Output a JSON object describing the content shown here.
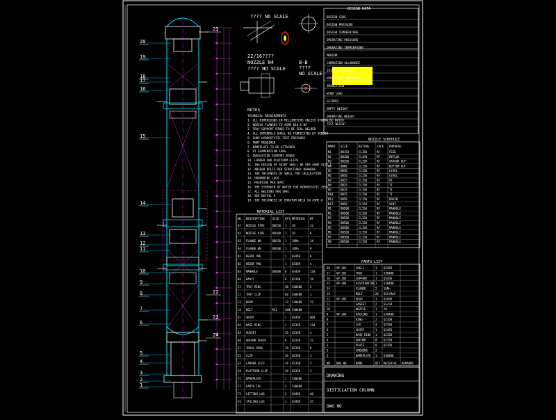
{
  "detail_a": {
    "label": "????  NO SCALE"
  },
  "detail_b": {
    "label_top": "22/16????",
    "label_mid": "NOZZLE N4",
    "label_bot": "???? NO SCALE"
  },
  "section_bb": {
    "label": "B-B",
    "label2": "????",
    "label3": "NO SCALE"
  },
  "notes": {
    "title": "NOTES",
    "lines": [
      "TECHNICAL REQUIREMENTS",
      "1. ALL DIMENSIONS IN MILLIMETERS UNLESS OTHERWISE NOTED",
      "2. NOZZLE FLANGES TO ASME B16.5 RF",
      "3. TRAY SUPPORT RINGS TO BE SEAL WELDED",
      "4. ALL INTERNALS SHALL BE FABRICATED BY VENDOR",
      "5. SHOP HYDROSTATIC TEST PRESSURE",
      "6. PWHT REQUIRED",
      "7. NAMEPLATE TO BE ATTACHED",
      "8. RT EXAMINATION 100%",
      "9. INSULATION SUPPORT RINGS",
      "10. LADDER AND PLATFORM CLIPS",
      "11. THE DESIGN OF SKIRT SHALL BE PER ASME VIII-1",
      "12. ANCHOR BOLTS PER STRUCTURAL DRAWING",
      "13. THE THICKNESS OF SHELL PER CALCULATION",
      "14. GROUNDING LUGS",
      "15. PAINTING PER SPEC",
      "16. THE STRENGTH OF WATER FOR HYDROSTATIC TEST",
      "17. ALL WELDING PER SPEC",
      "18. SEE DETAIL A",
      "19. THE THICKNESS OF ERRATUM WELD IN ASME-A"
    ]
  },
  "design_data": {
    "title": "DESIGN DATA",
    "rows": [
      "DESIGN CODE",
      "DESIGN PRESSURE",
      "DESIGN TEMPERATURE",
      "OPERATING PRESSURE",
      "OPERATING TEMPERATURE",
      "MEDIUM",
      "CORROSION ALLOWANCE",
      "JOINT EFFICIENCY",
      "HYDRO TEST PRESSURE",
      "INSULATION",
      "WIND LOAD",
      "SEISMIC",
      "EMPTY WEIGHT",
      "OPERATING WEIGHT",
      "TEST WEIGHT"
    ]
  },
  "nozzle_table": {
    "title": "NOZZLE SCHEDULE",
    "header": [
      "MARK",
      "SIZE",
      "RATING",
      "FACE",
      "PURPOSE"
    ],
    "rows": [
      [
        "N1",
        "DN150",
        "CL150",
        "RF",
        "FEED"
      ],
      [
        "N2",
        "DN100",
        "CL150",
        "RF",
        "REFLUX"
      ],
      [
        "N3",
        "DN200",
        "CL150",
        "RF",
        "VAPOUR OUT"
      ],
      [
        "N4",
        "DN80",
        "CL150",
        "RF",
        "BOTTOM OUT"
      ],
      [
        "N5",
        "DN50",
        "CL150",
        "RF",
        "LEVEL"
      ],
      [
        "N6",
        "DN50",
        "CL150",
        "RF",
        "LEVEL"
      ],
      [
        "N7",
        "DN25",
        "CL150",
        "RF",
        "PI"
      ],
      [
        "N8",
        "DN25",
        "CL150",
        "RF",
        "TI"
      ],
      [
        "N9",
        "DN25",
        "CL150",
        "RF",
        "TI"
      ],
      [
        "N10",
        "DN25",
        "CL150",
        "RF",
        "TI"
      ],
      [
        "N11",
        "DN50",
        "CL150",
        "RF",
        "DRAIN"
      ],
      [
        "N12",
        "DN50",
        "CL150",
        "RF",
        "VENT"
      ],
      [
        "M1",
        "DN500",
        "CL150",
        "RF",
        "MANHOLE"
      ],
      [
        "M2",
        "DN500",
        "CL150",
        "RF",
        "MANHOLE"
      ],
      [
        "M3",
        "DN500",
        "CL150",
        "RF",
        "MANHOLE"
      ],
      [
        "M4",
        "DN500",
        "CL150",
        "RF",
        "MANHOLE"
      ],
      [
        "M5",
        "DN500",
        "CL150",
        "RF",
        "MANHOLE"
      ],
      [
        "M6",
        "DN500",
        "CL150",
        "RF",
        "MANHOLE"
      ],
      [
        "M7",
        "DN500",
        "CL150",
        "RF",
        "MANHOLE"
      ],
      [
        "M8",
        "DN500",
        "CL150",
        "RF",
        "MANHOLE"
      ]
    ]
  },
  "parts_list": {
    "title": "PARTS LIST",
    "header": [
      "NO.",
      "DWG NO.",
      "NAME",
      "QTY",
      "MATERIAL",
      "REMARKS"
    ],
    "rows": [
      [
        "18",
        "VP-201",
        "SHELL",
        "1",
        "Q345R",
        ""
      ],
      [
        "17",
        "VP-202",
        "TRAY",
        "1",
        "S30408",
        ""
      ],
      [
        "16",
        "VP-203",
        "SUPPORT",
        "1",
        "Q345R",
        ""
      ],
      [
        "15",
        "VP-204",
        "DISTRIBUTOR",
        "1",
        "S30408",
        ""
      ],
      [
        "14",
        "",
        "FLANGE",
        "2",
        "16Mn",
        ""
      ],
      [
        "13",
        "",
        "BOLT",
        "24",
        "35CrMoA",
        ""
      ],
      [
        "12",
        "VP-205",
        "HEAD",
        "1",
        "Q345R",
        ""
      ],
      [
        "11",
        "",
        "GASKET",
        "2",
        "SS/GR",
        ""
      ],
      [
        "10",
        "",
        "NOZZLE",
        "1",
        "20",
        ""
      ],
      [
        "9",
        "VP-206",
        "PACKING",
        "1",
        "S30408",
        ""
      ],
      [
        "8",
        "",
        "RING",
        "2",
        "Q235B",
        ""
      ],
      [
        "7",
        "",
        "LUG",
        "4",
        "Q235B",
        ""
      ],
      [
        "6",
        "",
        "SKIRT",
        "1",
        "Q345R",
        ""
      ],
      [
        "5",
        "",
        "BASE RING",
        "1",
        "Q235B",
        ""
      ],
      [
        "4",
        "",
        "ANCHOR",
        "8",
        "Q235B",
        ""
      ],
      [
        "3",
        "",
        "PLATE",
        "8",
        "Q235B",
        ""
      ],
      [
        "2",
        "",
        "OPENING",
        "2",
        "",
        ""
      ],
      [
        "1",
        "",
        "NAMEPLATE",
        "1",
        "S30408",
        ""
      ]
    ]
  },
  "material_table": {
    "title": "MATERIAL LIST",
    "header": [
      "NO.",
      "DESCRIPTION",
      "SIZE",
      "QTY",
      "MATERIAL",
      "WT"
    ],
    "rows": [
      [
        "A1",
        "NOZZLE PIPE",
        "DN150",
        "1",
        "20",
        "12"
      ],
      [
        "A2",
        "NOZZLE PIPE",
        "DN100",
        "1",
        "20",
        "8"
      ],
      [
        "A3",
        "FLANGE WN",
        "DN150",
        "1",
        "16Mn",
        "14"
      ],
      [
        "A4",
        "FLANGE WN",
        "DN100",
        "1",
        "16Mn",
        "9"
      ],
      [
        "B1",
        "REINF PAD",
        "",
        "1",
        "Q345R",
        "6"
      ],
      [
        "B2",
        "REINF PAD",
        "",
        "1",
        "Q345R",
        "4"
      ],
      [
        "B3",
        "MANHOLE",
        "DN500",
        "8",
        "Q345R",
        "120"
      ],
      [
        "B4",
        "DAVIT",
        "",
        "8",
        "Q235B",
        "18"
      ],
      [
        "C1",
        "TRAY RING",
        "",
        "30",
        "S30408",
        "5"
      ],
      [
        "C2",
        "TRAY CLIP",
        "",
        "60",
        "S30408",
        "1"
      ],
      [
        "C3",
        "BEAM",
        "",
        "12",
        "S30408",
        "22"
      ],
      [
        "C4",
        "BOLT",
        "M12",
        "480",
        "S30408",
        ""
      ],
      [
        "D1",
        "SKIRT",
        "",
        "1",
        "Q345R",
        "860"
      ],
      [
        "D2",
        "BASE RING",
        "",
        "1",
        "Q235B",
        "210"
      ],
      [
        "D3",
        "GUSSET",
        "",
        "16",
        "Q235B",
        "4"
      ],
      [
        "D4",
        "ANCHOR CHAIR",
        "",
        "8",
        "Q235B",
        "12"
      ],
      [
        "E1",
        "INSUL RING",
        "",
        "18",
        "Q235B",
        "6"
      ],
      [
        "E2",
        "CLIP",
        "",
        "36",
        "Q235B",
        "1"
      ],
      [
        "E3",
        "LADDER CLIP",
        "",
        "24",
        "Q235B",
        "2"
      ],
      [
        "E4",
        "PLATFORM CLIP",
        "",
        "16",
        "Q235B",
        "3"
      ],
      [
        "F1",
        "NAMEPLATE",
        "",
        "1",
        "S30408",
        ""
      ],
      [
        "F2",
        "EARTH LUG",
        "",
        "2",
        "S30408",
        ""
      ],
      [
        "F3",
        "LIFTING LUG",
        "",
        "2",
        "Q345R",
        "40"
      ],
      [
        "F4",
        "TAILING LUG",
        "",
        "1",
        "Q345R",
        "35"
      ]
    ]
  },
  "title_block": {
    "line1": "DRAWING",
    "line2": "DISTILLATION COLUMN",
    "line3": "DWG NO."
  },
  "item_callouts": [
    "20",
    "19",
    "18",
    "17",
    "16",
    "15",
    "14",
    "13",
    "12",
    "11",
    "10",
    "9",
    "8",
    "7",
    "6",
    "5",
    "4",
    "3",
    "2",
    "1"
  ],
  "right_callouts": [
    "21",
    "22",
    "23",
    "24"
  ],
  "colors": {
    "background": "#000000",
    "frame": "#ffffff",
    "vessel": "#00e5ff",
    "dimension": "#ff3cff",
    "nozzle_red": "#ff3333",
    "highlight_yellow": "#ffff00",
    "green": "#00ff00",
    "leader": "#00b4ff"
  }
}
